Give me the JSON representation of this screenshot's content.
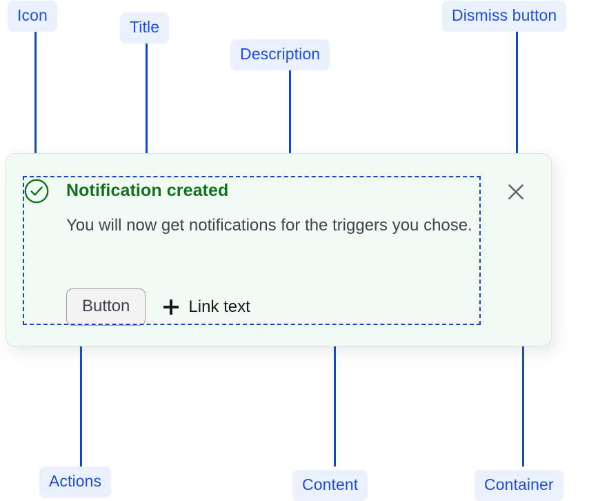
{
  "annotations": [
    {
      "label": "Icon",
      "name": "annotation-icon"
    },
    {
      "label": "Title",
      "name": "annotation-title"
    },
    {
      "label": "Description",
      "name": "annotation-description"
    },
    {
      "label": "Dismiss button",
      "name": "annotation-dismiss-button"
    },
    {
      "label": "Actions",
      "name": "annotation-actions"
    },
    {
      "label": "Content",
      "name": "annotation-content"
    },
    {
      "label": "Container",
      "name": "annotation-container"
    }
  ],
  "notification": {
    "status": "success",
    "icon": "check-circle-icon",
    "title": "Notification created",
    "description": "You will now get notifications for the triggers you chose.",
    "actions": {
      "button_label": "Button",
      "link_icon": "plus-icon",
      "link_label": "Link text"
    },
    "dismiss_icon": "close-icon"
  },
  "colors": {
    "annotation_blue": "#1549c4",
    "annotation_pill_bg": "#eaf1fd",
    "success_green": "#10711f",
    "card_bg": "#f1faf3",
    "card_border": "#d3e9d9",
    "body_text": "#3c4450",
    "dismiss_gray": "#5f6368"
  }
}
